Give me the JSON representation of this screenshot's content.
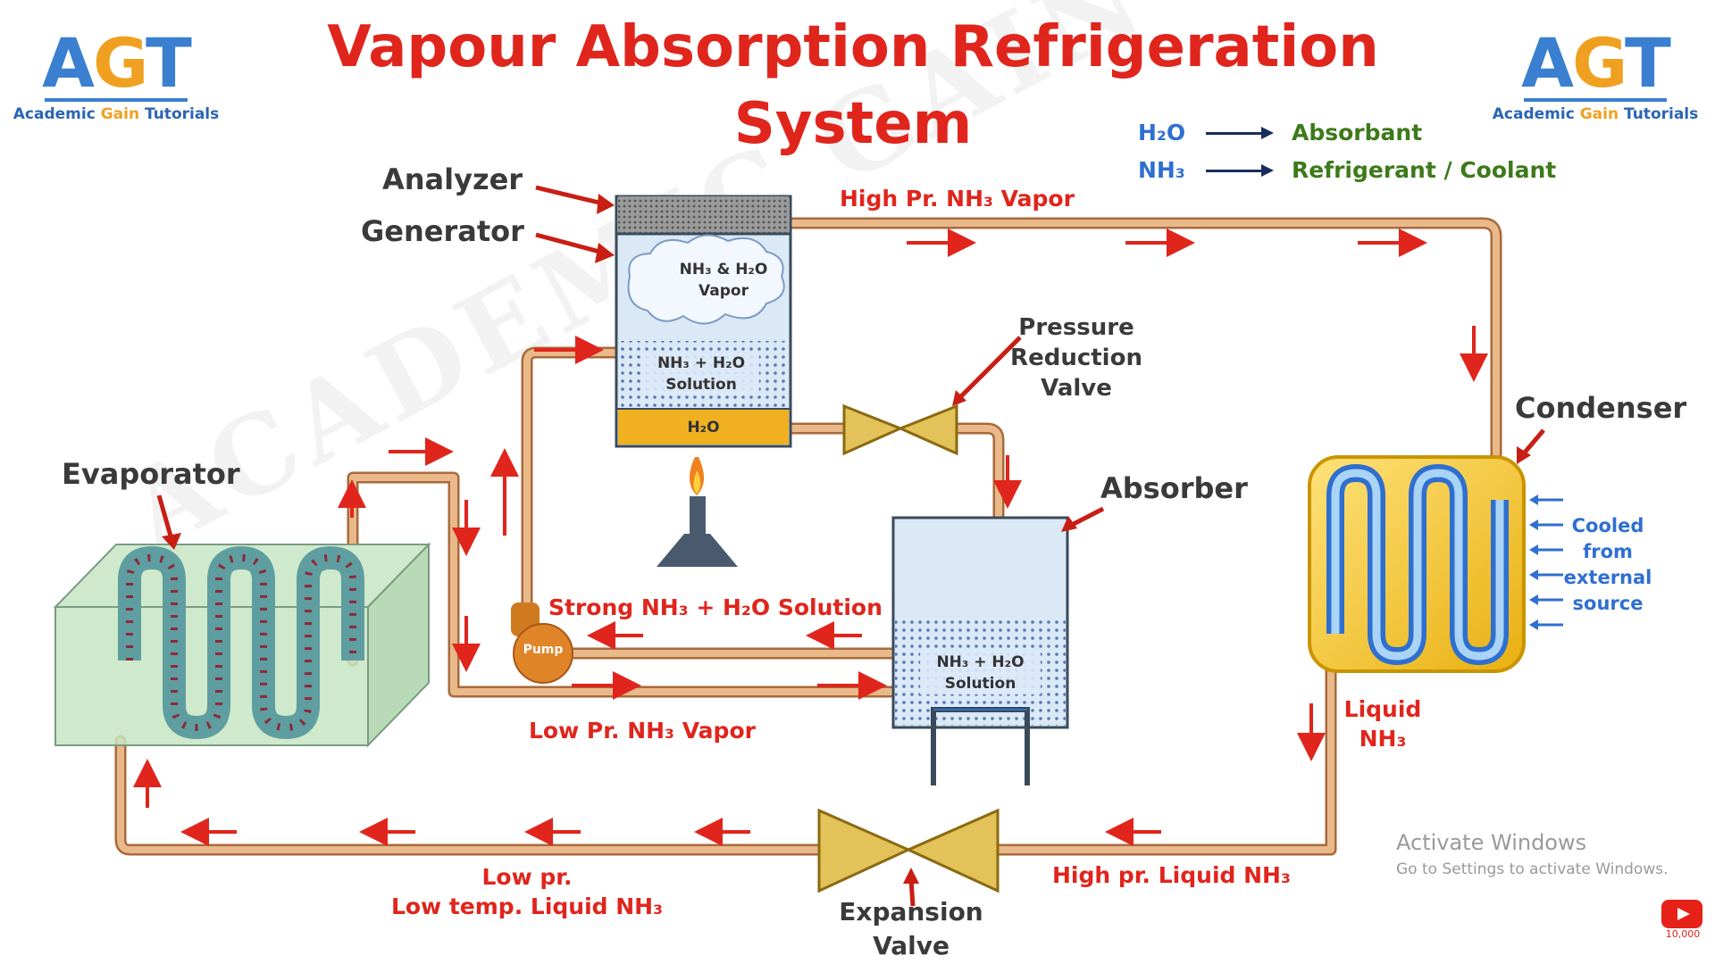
{
  "title": {
    "line1": "Vapour Absorption Refrigeration",
    "line2": "System"
  },
  "logo_left": {
    "a": "A",
    "g": "G",
    "t": "T",
    "sub_pre": "Academic ",
    "sub_gain": "Gain",
    "sub_post": " Tutorials"
  },
  "logo_right": {
    "a": "A",
    "g": "G",
    "t": "T",
    "sub_pre": "Academic ",
    "sub_gain": "Gain",
    "sub_post": " Tutorials"
  },
  "legend": [
    {
      "chem": "H₂O",
      "role": "Absorbant"
    },
    {
      "chem": "NH₃",
      "role": "Refrigerant / Coolant"
    }
  ],
  "labels": {
    "analyzer": "Analyzer",
    "generator": "Generator",
    "evaporator": "Evaporator",
    "absorber": "Absorber",
    "condenser": "Condenser",
    "pressure_valve": [
      "Pressure",
      "Reduction",
      "Valve"
    ],
    "expansion_valve": [
      "Expansion",
      "Valve"
    ],
    "pump": "Pump"
  },
  "flow_labels": {
    "high_pr_vapor": "High Pr. NH₃ Vapor",
    "strong_solution": "Strong NH₃ + H₂O Solution",
    "low_pr_vapor": "Low Pr. NH₃ Vapor",
    "liquid_nh3": [
      "Liquid",
      "NH₃"
    ],
    "high_pr_liquid": "High pr. Liquid NH₃",
    "low_pr_low_temp": [
      "Low pr.",
      "Low temp. Liquid NH₃"
    ]
  },
  "inner_labels": {
    "gen_vapor": [
      "NH₃ & H₂O",
      "Vapor"
    ],
    "gen_solution": [
      "NH₃ + H₂O",
      "Solution"
    ],
    "gen_water": "H₂O",
    "abs_solution": [
      "NH₃ + H₂O",
      "Solution"
    ]
  },
  "cooling_note": [
    "Cooled",
    "from",
    "external",
    "source"
  ],
  "watermark": "ACADEMIC GAIN TUTORIALS",
  "os_overlay": {
    "line1": "Activate Windows",
    "line2": "Go to Settings to activate Windows."
  },
  "badge_count": "10,000",
  "colors": {
    "title": "#e0251c",
    "flow_text": "#e0251c",
    "pipe": "#d9a070",
    "chem_blue": "#2f6fd0",
    "role_green": "#3d7a1a",
    "condenser_gold": "#f2c21a",
    "water_gold": "#f0b020"
  }
}
